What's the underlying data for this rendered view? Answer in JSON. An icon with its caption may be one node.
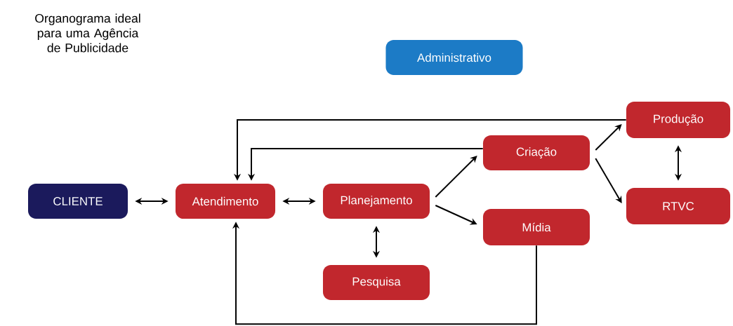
{
  "diagram": {
    "title": "Organograma ideal para uma Agência de Publicidade",
    "nodes": [
      {
        "text": [
          "CLIENTE"
        ]
      },
      {
        "text": [
          "Atendimento"
        ]
      },
      {
        "text": [
          "Planejamento"
        ]
      },
      {
        "text": [
          "Criação"
        ]
      },
      {
        "text": [
          "Mídia"
        ]
      },
      {
        "text": [
          "Pesquisa"
        ]
      },
      {
        "text": [
          "Produção"
        ]
      },
      {
        "text": [
          "RTVC"
        ]
      },
      {
        "text": [
          "Administrativo"
        ]
      }
    ],
    "edges": [
      {
        "from": 0,
        "to": 1,
        "arrow": "both"
      },
      {
        "from": 1,
        "to": 2,
        "arrow": "both"
      },
      {
        "from": 2,
        "to": 3,
        "arrow": "to"
      },
      {
        "from": 2,
        "to": 4,
        "arrow": "to"
      },
      {
        "from": 2,
        "to": 5,
        "arrow": "both"
      },
      {
        "from": 3,
        "to": 6,
        "arrow": "to"
      },
      {
        "from": 3,
        "to": 7,
        "arrow": "to"
      },
      {
        "from": 6,
        "to": 7,
        "arrow": "both"
      },
      {
        "from": 6,
        "to": 1,
        "arrow": "to"
      },
      {
        "from": 3,
        "to": 1,
        "arrow": "to"
      },
      {
        "from": 4,
        "to": 1,
        "arrow": "to"
      }
    ]
  }
}
